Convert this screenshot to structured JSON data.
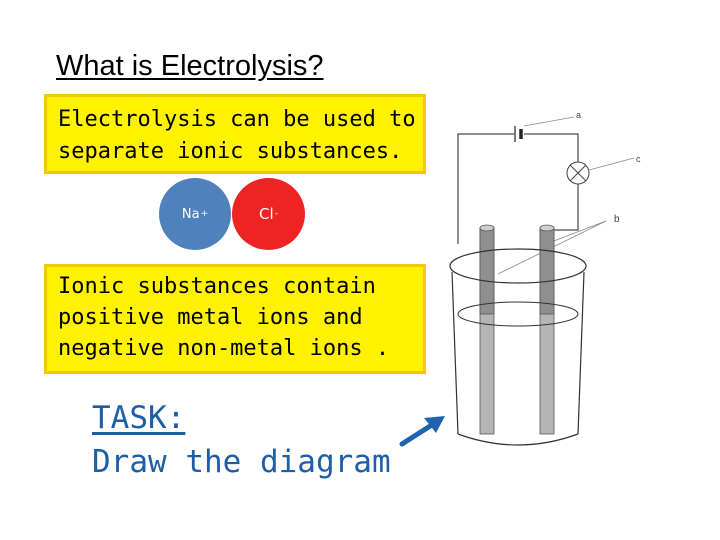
{
  "title": "What is Electrolysis?",
  "box1": {
    "lines": [
      "Electrolysis can be used to",
      "separate ionic substances."
    ]
  },
  "ions": {
    "sodium": {
      "symbol": "Na",
      "charge": "+"
    },
    "chloride": {
      "symbol": "Cl",
      "charge": "-"
    }
  },
  "box2": {
    "lines": [
      "Ionic substances contain",
      "positive metal ions and",
      "negative non-metal ions ."
    ]
  },
  "task": {
    "heading": "TASK:",
    "instruction": "Draw the diagram"
  },
  "diagram": {
    "labels": {
      "a": "a",
      "b": "b",
      "c": "c"
    }
  },
  "colors": {
    "box_fill": "#fff200",
    "box_border": "#f3c60f",
    "sodium_ion": "#4f81bd",
    "chloride_ion": "#ee2424",
    "task_text": "#1d5fa6",
    "arrow": "#1f63b0"
  }
}
